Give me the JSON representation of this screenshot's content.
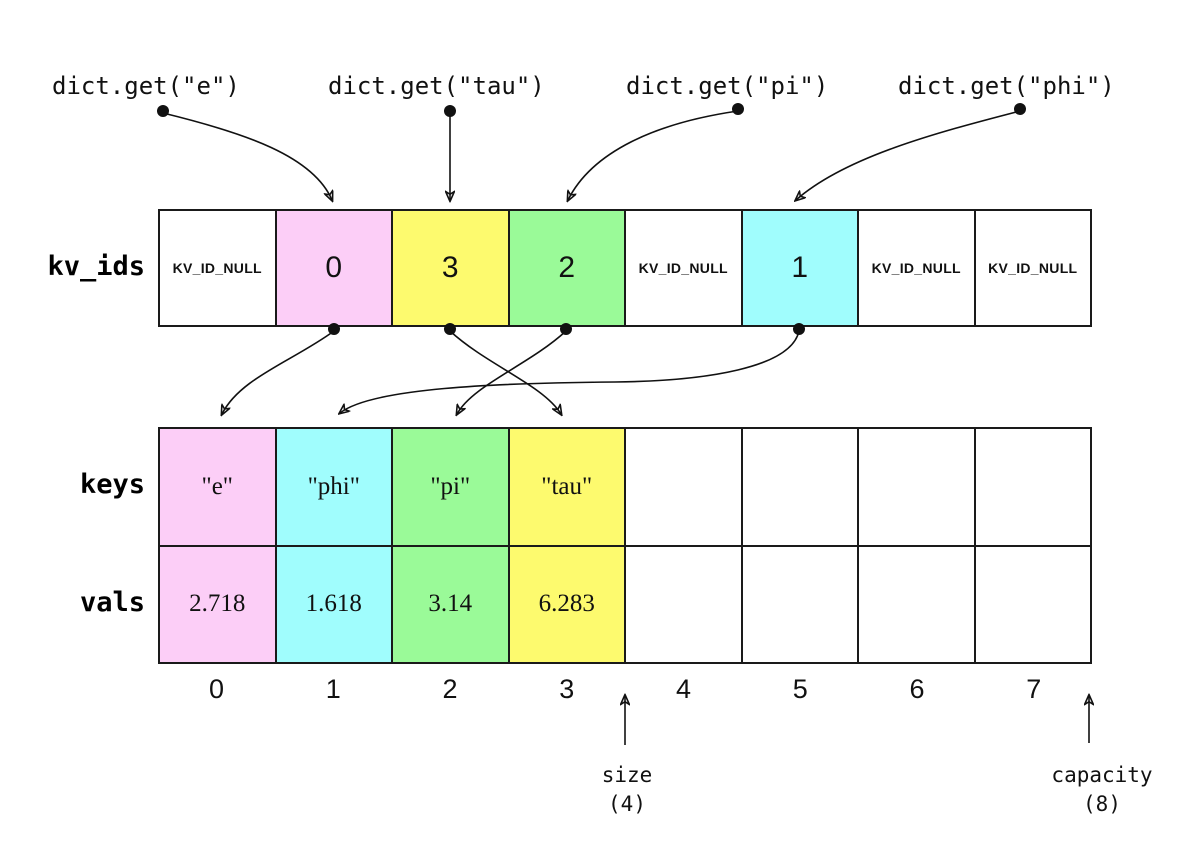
{
  "queries": [
    {
      "label": "dict.get(\"e\")"
    },
    {
      "label": "dict.get(\"tau\")"
    },
    {
      "label": "dict.get(\"pi\")"
    },
    {
      "label": "dict.get(\"phi\")"
    }
  ],
  "kv_ids": {
    "label": "kv_ids",
    "cells": [
      {
        "text": "KV_ID_NULL",
        "color": "white"
      },
      {
        "text": "0",
        "color": "pink"
      },
      {
        "text": "3",
        "color": "yellow"
      },
      {
        "text": "2",
        "color": "green"
      },
      {
        "text": "KV_ID_NULL",
        "color": "white"
      },
      {
        "text": "1",
        "color": "cyan"
      },
      {
        "text": "KV_ID_NULL",
        "color": "white"
      },
      {
        "text": "KV_ID_NULL",
        "color": "white"
      }
    ]
  },
  "keys": {
    "label": "keys",
    "cells": [
      {
        "text": "\"e\"",
        "color": "pink"
      },
      {
        "text": "\"phi\"",
        "color": "cyan"
      },
      {
        "text": "\"pi\"",
        "color": "green"
      },
      {
        "text": "\"tau\"",
        "color": "yellow"
      },
      {
        "text": "",
        "color": "white"
      },
      {
        "text": "",
        "color": "white"
      },
      {
        "text": "",
        "color": "white"
      },
      {
        "text": "",
        "color": "white"
      }
    ]
  },
  "vals": {
    "label": "vals",
    "cells": [
      {
        "text": "2.718",
        "color": "pink"
      },
      {
        "text": "1.618",
        "color": "cyan"
      },
      {
        "text": "3.14",
        "color": "green"
      },
      {
        "text": "6.283",
        "color": "yellow"
      },
      {
        "text": "",
        "color": "white"
      },
      {
        "text": "",
        "color": "white"
      },
      {
        "text": "",
        "color": "white"
      },
      {
        "text": "",
        "color": "white"
      }
    ]
  },
  "indices": [
    "0",
    "1",
    "2",
    "3",
    "4",
    "5",
    "6",
    "7"
  ],
  "annotations": {
    "size_label": "size",
    "size_value": "(4)",
    "capacity_label": "capacity",
    "capacity_value": "(8)"
  },
  "colors": {
    "pink": "#fccef7",
    "yellow": "#fdfa6e",
    "green": "#9afa98",
    "cyan": "#a0fdfd",
    "white": "#ffffff",
    "line": "#111111"
  }
}
